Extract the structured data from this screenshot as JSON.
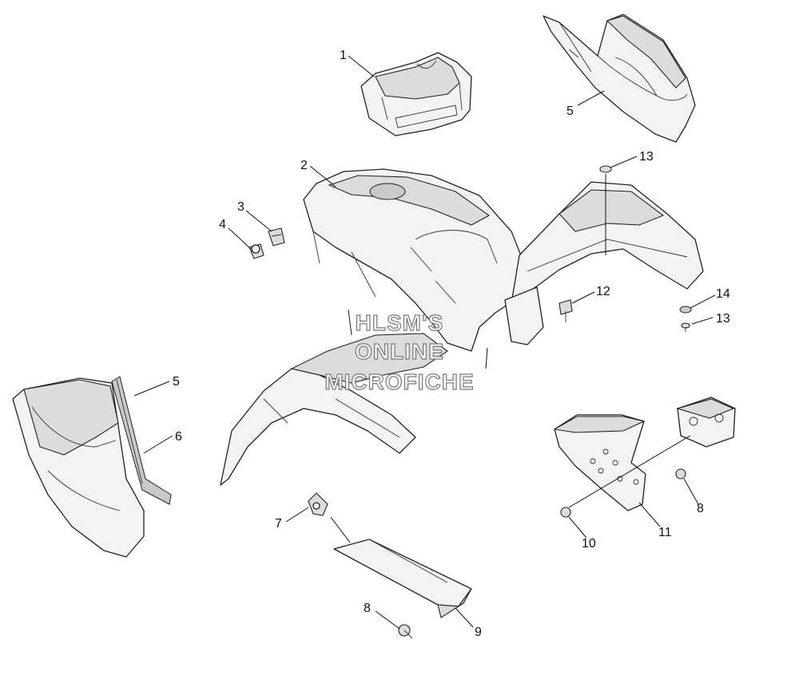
{
  "watermark": {
    "line1": "HLSM'S",
    "line2": "ONLINE",
    "line3": "MICROFICHE"
  },
  "callouts": {
    "c1": "1",
    "c2": "2",
    "c3": "3",
    "c4": "4",
    "c5_top": "5",
    "c5_left": "5",
    "c6": "6",
    "c7": "7",
    "c8_bottom": "8",
    "c8_right": "8",
    "c9": "9",
    "c10": "10",
    "c11": "11",
    "c12": "12",
    "c13_top": "13",
    "c13_right": "13",
    "c14": "14"
  }
}
